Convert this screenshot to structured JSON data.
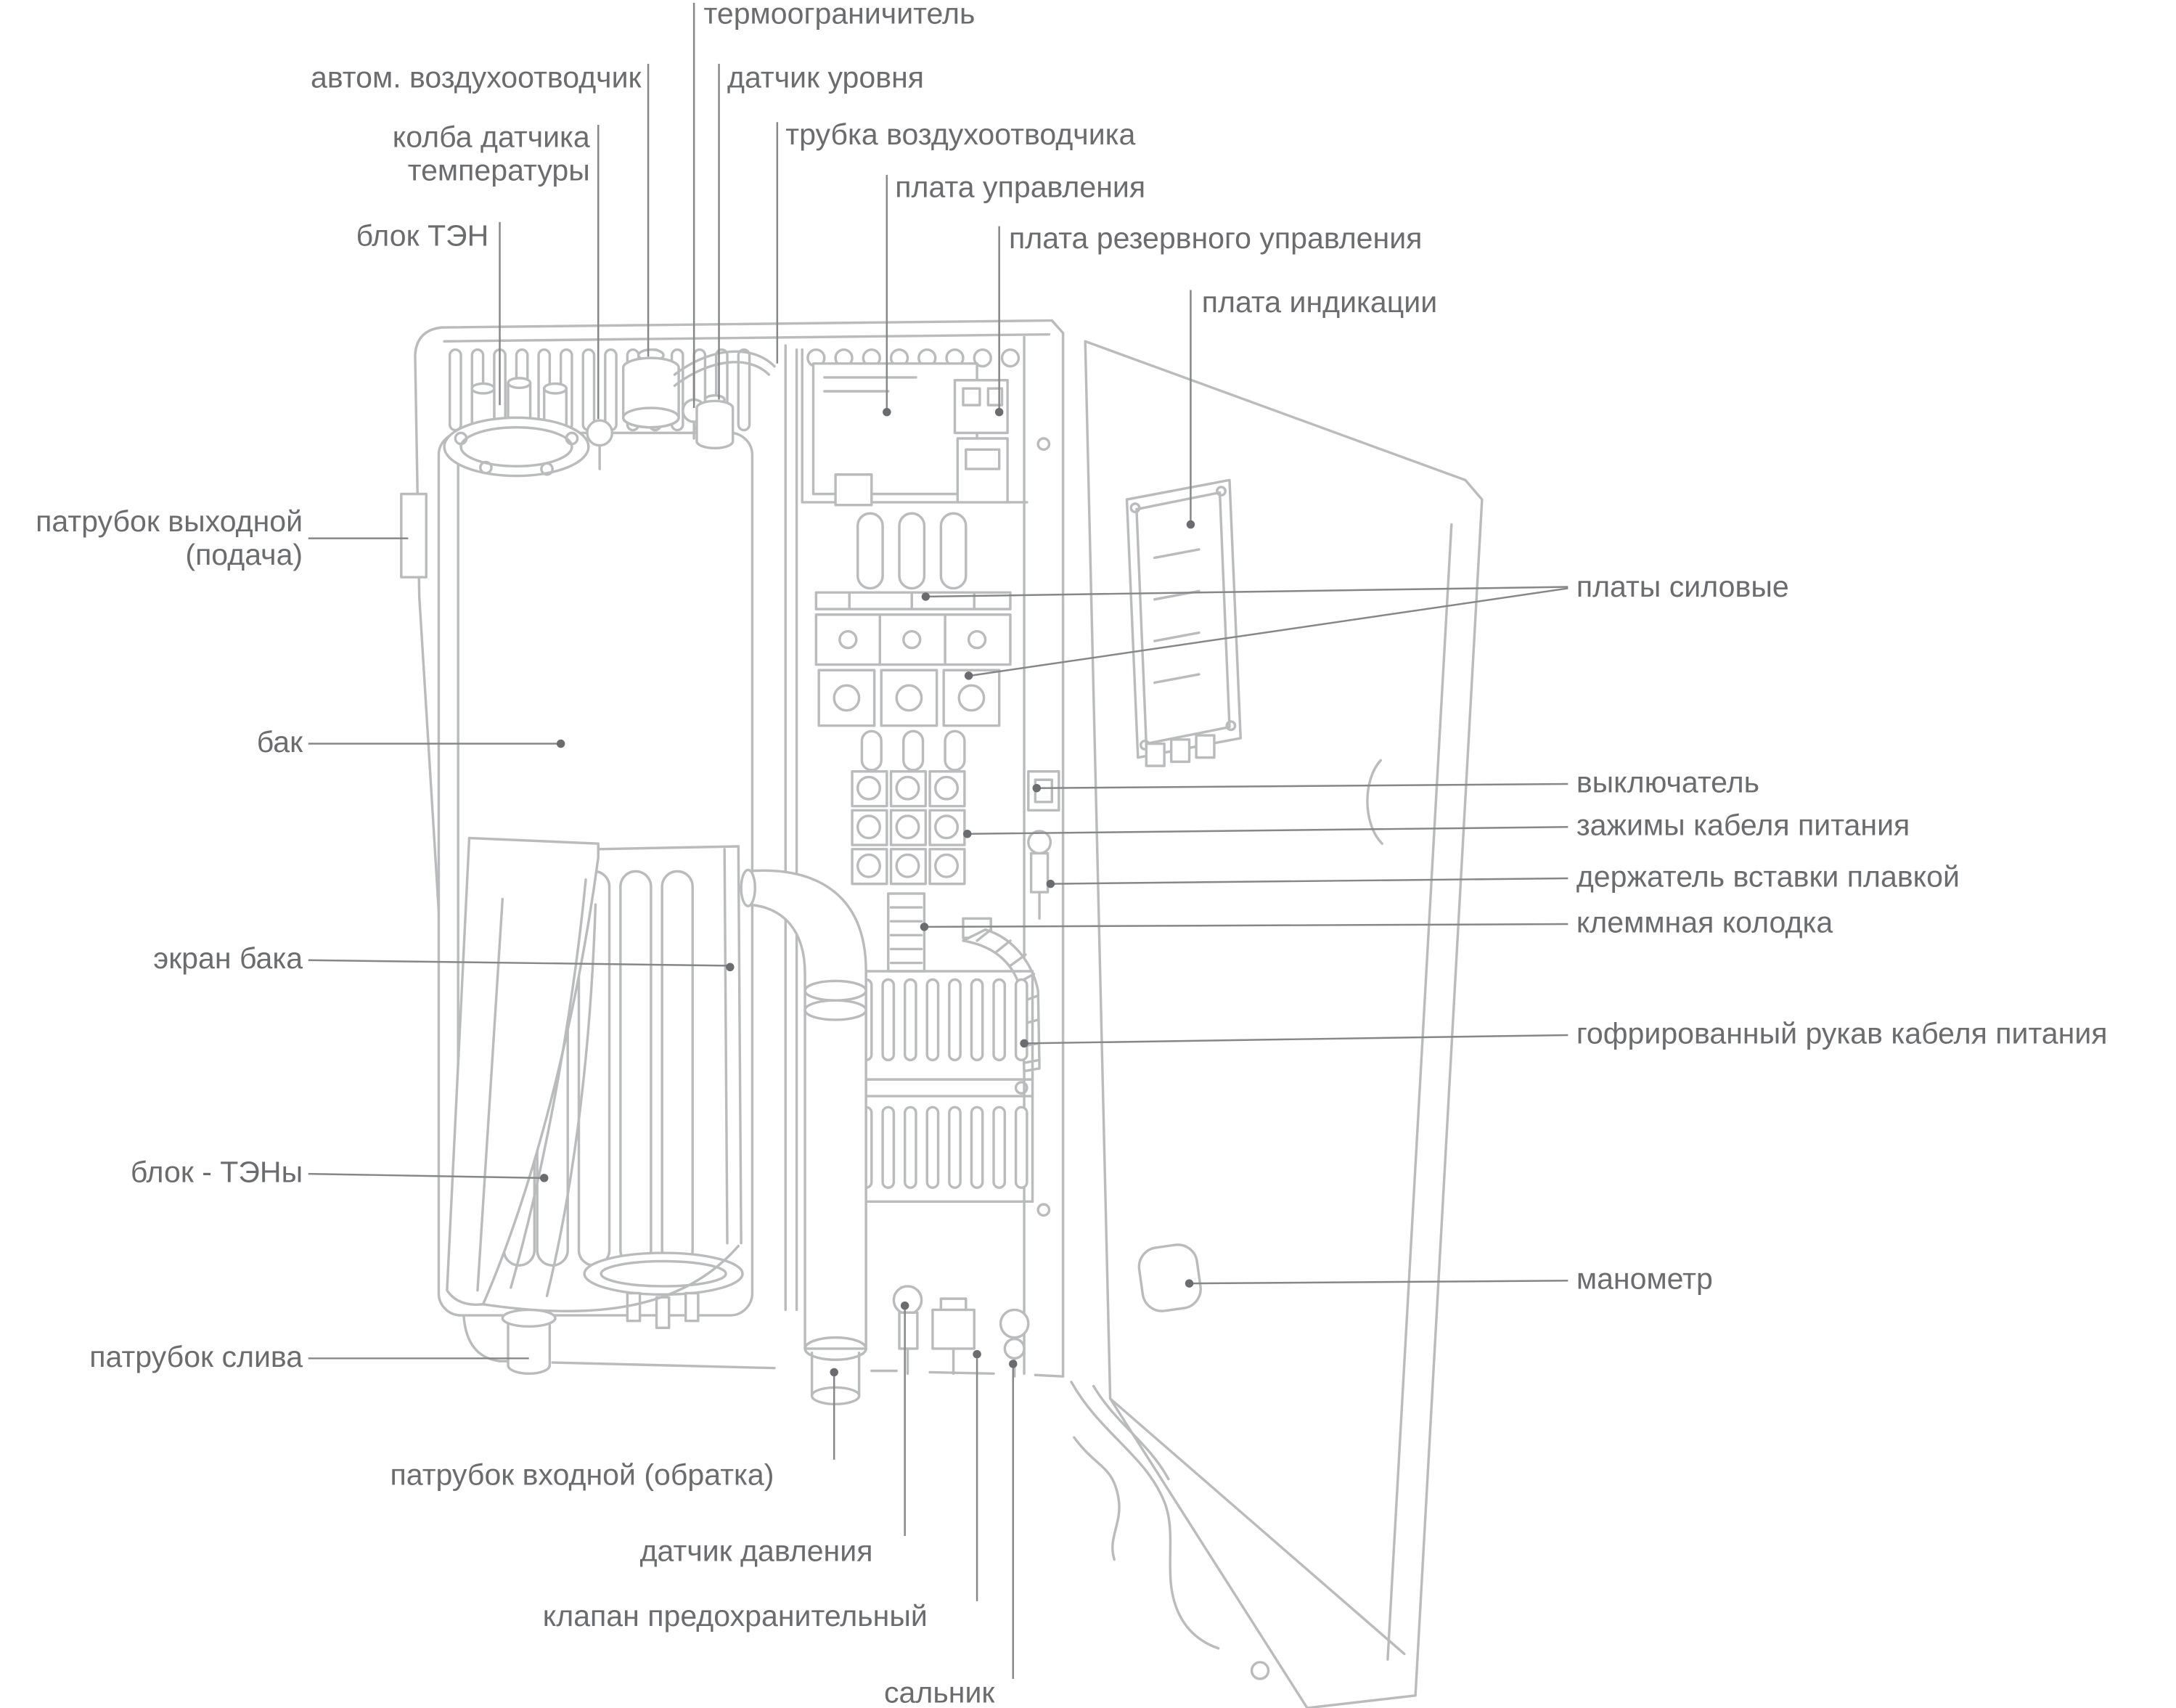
{
  "colors": {
    "label_text": "#6b6c6f",
    "leader_line": "#85878a",
    "drawing_line": "#b9bbbd",
    "background": "#ffffff"
  },
  "labels": {
    "thermal_limiter": {
      "text": "термоограничитель"
    },
    "auto_air_vent": {
      "text": "автом. воздухоотводчик"
    },
    "temp_sensor_bulb": {
      "line1": "колба датчика",
      "line2": "температуры"
    },
    "level_sensor": {
      "text": "датчик уровня"
    },
    "air_vent_tube": {
      "text": "трубка воздухоотводчика"
    },
    "heating_unit": {
      "text": "блок ТЭН"
    },
    "control_board": {
      "text": "плата управления"
    },
    "backup_control_board": {
      "text": "плата резервного управления"
    },
    "indication_board": {
      "text": "плата индикации"
    },
    "outlet_pipe": {
      "line1": "патрубок выходной",
      "line2": "(подача)"
    },
    "tank": {
      "text": "бак"
    },
    "tank_screen": {
      "text": "экран бака"
    },
    "heating_elements": {
      "text": "блок - ТЭНы"
    },
    "drain_pipe": {
      "text": "патрубок слива"
    },
    "inlet_pipe": {
      "text": "патрубок входной (обратка)"
    },
    "pressure_sensor": {
      "text": "датчик давления"
    },
    "safety_valve": {
      "text": "клапан предохранительный"
    },
    "gland": {
      "text": "сальник"
    },
    "power_boards": {
      "text": "платы силовые"
    },
    "switch": {
      "text": "выключатель"
    },
    "power_cable_clamps": {
      "text": "зажимы кабеля питания"
    },
    "fuse_holder": {
      "text": "держатель вставки плавкой"
    },
    "terminal_block": {
      "text": "клеммная колодка"
    },
    "corrugated_sleeve": {
      "text": "гофрированный рукав кабеля питания"
    },
    "pressure_gauge": {
      "text": "манометр"
    }
  }
}
